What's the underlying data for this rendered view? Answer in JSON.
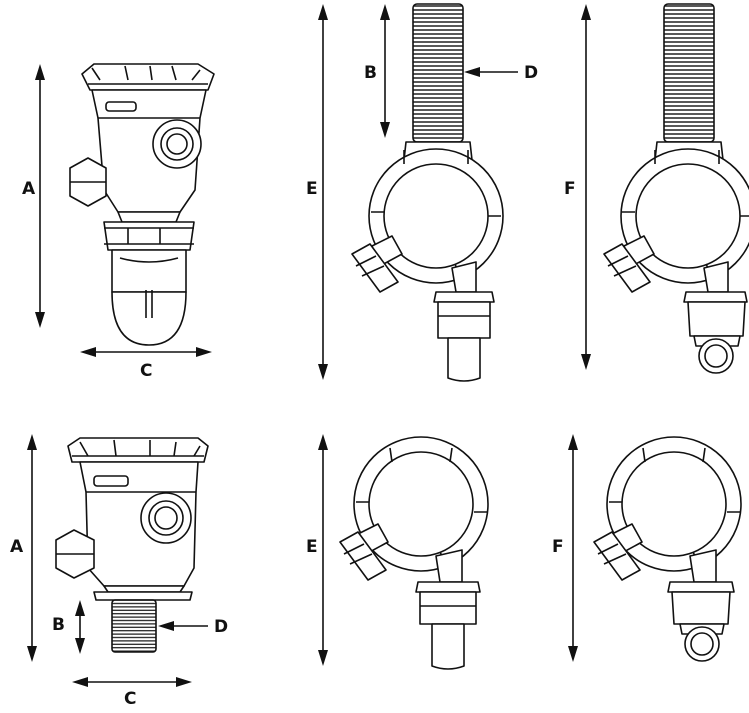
{
  "labels": {
    "a1": "A",
    "b1": "B",
    "c1": "C",
    "d1": "D",
    "e1": "E",
    "f1": "F",
    "a2": "A",
    "b2": "B",
    "c2": "C",
    "d2": "D",
    "e2": "E",
    "f2": "F"
  }
}
